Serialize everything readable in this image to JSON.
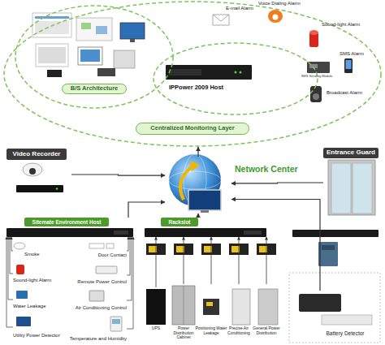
{
  "diagram": {
    "nodes": [
      {
        "text": [
          "Centralized Monitoring Layer"
        ]
      },
      {
        "text": [
          "B/S Architecture"
        ],
        "in": 0
      },
      {
        "text": [
          "IPPower 2009 Host"
        ],
        "in": 0
      },
      {
        "text": [
          "E-mail Alarm"
        ],
        "in": 0
      },
      {
        "text": [
          "Voice Dialing Alarm"
        ],
        "in": 0
      },
      {
        "text": [
          "Sound-light Alarm"
        ],
        "in": 0
      },
      {
        "text": [
          "SMS Alarm"
        ],
        "in": 0
      },
      {
        "text": [
          "Broadcast Alarm"
        ],
        "in": 0
      },
      {
        "text": [
          "Video Recorder"
        ]
      },
      {
        "text": [
          "Network Center"
        ]
      },
      {
        "text": [
          "Entrance Guard"
        ]
      },
      {
        "text": [
          "Sitemate Environment Host"
        ]
      },
      {
        "text": [
          "Rackslot"
        ]
      },
      {
        "text": [
          "Smoke"
        ]
      },
      {
        "text": [
          "Sound-light Alarm"
        ]
      },
      {
        "text": [
          "Water Leakage"
        ]
      },
      {
        "text": [
          "Utility Power Detector"
        ]
      },
      {
        "text": [
          "Door Contact"
        ]
      },
      {
        "text": [
          "Remote Power Control"
        ]
      },
      {
        "text": [
          "Air Conditioning Control"
        ]
      },
      {
        "text": [
          "Temperature and Humidity"
        ]
      },
      {
        "text": [
          "UPS"
        ]
      },
      {
        "text": [
          "Power Distribution Cabinet"
        ]
      },
      {
        "text": [
          "Positioning Water Leakage"
        ]
      },
      {
        "text": [
          "Precise Air Conditioning"
        ]
      },
      {
        "text": [
          "General Power Distribution"
        ]
      },
      {
        "text": [
          "Battery Detector"
        ]
      }
    ],
    "edges": [
      {
        "from": 8,
        "to": 9,
        "arrow": "to"
      },
      {
        "from": 10,
        "to": 9,
        "arrow": "to"
      },
      {
        "from": 11,
        "to": 9,
        "arrow": "to"
      },
      {
        "from": 12,
        "to": 9,
        "arrow": "to"
      },
      {
        "from": 26,
        "to": 9,
        "arrow": "to"
      },
      {
        "from": 9,
        "to": 0,
        "arrow": "to"
      },
      {
        "from": 13,
        "to": 11,
        "arrow": "to"
      },
      {
        "from": 14,
        "to": 11,
        "arrow": "to"
      },
      {
        "from": 15,
        "to": 11,
        "arrow": "to"
      },
      {
        "from": 16,
        "to": 11,
        "arrow": "to"
      },
      {
        "from": 17,
        "to": 11,
        "arrow": "to"
      },
      {
        "from": 18,
        "to": 11,
        "arrow": "to"
      },
      {
        "from": 19,
        "to": 11,
        "arrow": "to"
      },
      {
        "from": 20,
        "to": 11,
        "arrow": "to"
      },
      {
        "from": 21,
        "to": 12,
        "arrow": "to"
      },
      {
        "from": 22,
        "to": 12,
        "arrow": "to"
      },
      {
        "from": 23,
        "to": 12,
        "arrow": "to"
      },
      {
        "from": 24,
        "to": 12,
        "arrow": "to"
      },
      {
        "from": 25,
        "to": 12,
        "arrow": "to"
      }
    ],
    "labels": [
      "SMS Sending Module"
    ]
  }
}
